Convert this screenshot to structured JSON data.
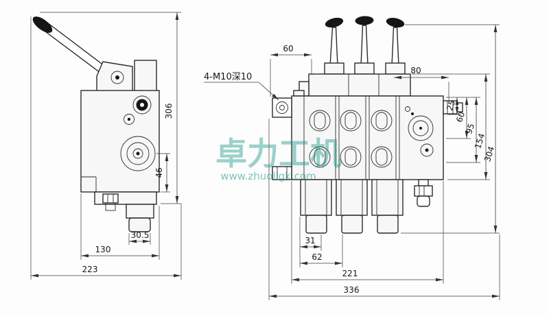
{
  "drawing": {
    "title": "sectional directional control valve dimension drawing",
    "watermark": {
      "brand": "卓力工机",
      "url": "www.zhuoligk.com"
    },
    "left_view": {
      "dim_total_height": "306",
      "dim_port_offset": "46",
      "dim_fitting_offset": "30.5",
      "dim_body_width": "130",
      "dim_total_width": "223"
    },
    "right_view": {
      "thread_note": "4-M10深10",
      "dim_top_spacing": "60",
      "dim_top_right": "80",
      "dim_r25": "25",
      "dim_r60": "60",
      "dim_r95": "95",
      "dim_r154": "154",
      "dim_r304": "304",
      "dim_b31": "31",
      "dim_b62": "62",
      "dim_b221": "221",
      "dim_b336": "336"
    }
  }
}
